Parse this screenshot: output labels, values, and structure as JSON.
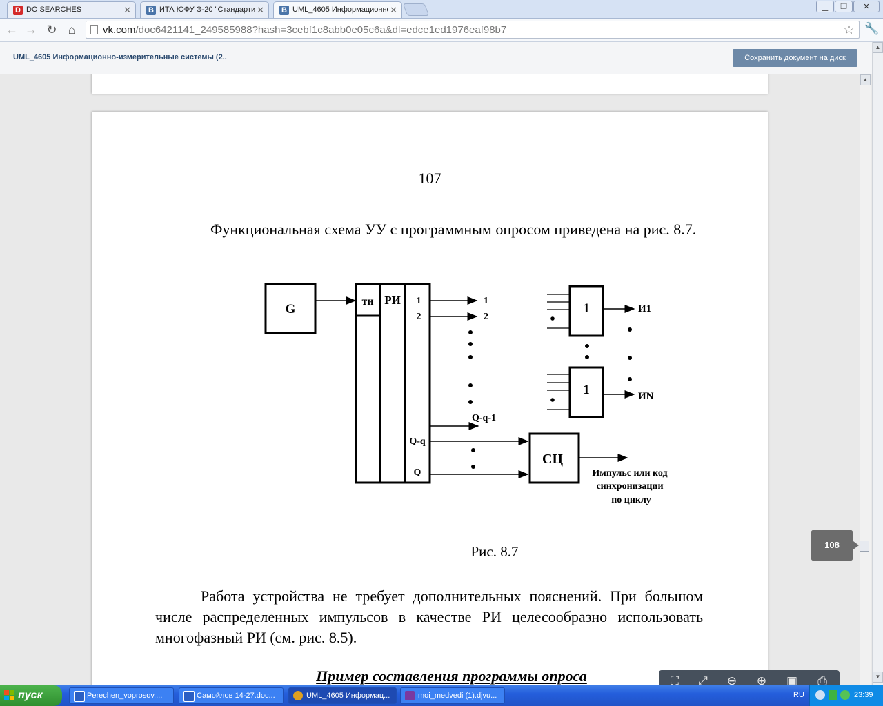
{
  "browser": {
    "tabs": [
      {
        "label": "DO SEARCHES",
        "favicon": "D",
        "favicon_color": "#d42a2a",
        "active": false
      },
      {
        "label": "ИТА ЮФУ Э-20 \"Стандарти",
        "favicon": "В",
        "favicon_color": "#4a74a8",
        "active": false
      },
      {
        "label": "UML_4605 Информационно-",
        "favicon": "В",
        "favicon_color": "#4a74a8",
        "active": true
      }
    ],
    "url_host": "vk.com",
    "url_rest": "/doc6421141_249585988?hash=3cebf1c8abb0e05c6a&dl=edce1ed1976eaf98b7"
  },
  "docbar": {
    "title": "UML_4605 Информационно-измерительные системы (2..",
    "save_label": "Сохранить документ на диск"
  },
  "document": {
    "page_number": "107",
    "paragraph1": "Функциональная схема УУ с программным опросом приведена на рис. 8.7.",
    "figure_labels": {
      "generator": "G",
      "ti": "ти",
      "ri": "РИ",
      "out1": "1",
      "out2": "2",
      "arrow1": "1",
      "arrow2": "2",
      "qq1": "Q-q-1",
      "qq": "Q-q",
      "q": "Q",
      "sc": "СЦ",
      "or_gate": "1",
      "i1": "И1",
      "in": "ИN",
      "note1": "Импульс или код",
      "note2": "синхронизации",
      "note3": "по циклу"
    },
    "caption": "Рис. 8.7",
    "paragraph2": "Работа устройства не требует дополнительных пояснений. При большом числе распределенных импульсов в качестве РИ целесообразно использовать многофазный РИ (см. рис. 8.5).",
    "heading": "Пример составления программы опроса"
  },
  "viewer": {
    "page_indicator": "108"
  },
  "taskbar": {
    "start_label": "пуск",
    "items": [
      {
        "label": "Perechen_voprosov....",
        "icon_color": "#2b5fc4"
      },
      {
        "label": "Самойлов 14-27.doc...",
        "icon_color": "#2b5fc4"
      },
      {
        "label": "UML_4605 Информац...",
        "icon_color": "#e0a020"
      },
      {
        "label": "moi_medvedi (1).djvu...",
        "icon_color": "#7a3aa0"
      }
    ],
    "language": "RU",
    "clock": "23:39"
  }
}
